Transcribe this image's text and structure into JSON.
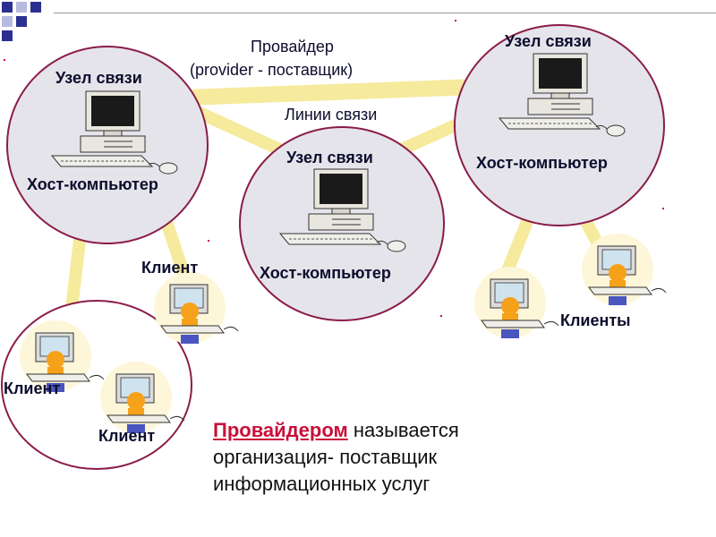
{
  "title": {
    "line1": "Провайдер",
    "line2": "(provider - поставщик)"
  },
  "links_label": "Линии связи",
  "nodes": [
    {
      "node_label": "Узел связи",
      "host_label": "Хост-компьютер"
    },
    {
      "node_label": "Узел связи",
      "host_label": "Хост-компьютер"
    },
    {
      "node_label": "Узел связи",
      "host_label": "Хост-компьютер"
    }
  ],
  "clients": {
    "single_top": "Клиент",
    "left_partial": "Клиент",
    "bottom": "Клиент",
    "right_group": "Клиенты"
  },
  "definition": {
    "highlight": "Провайдером",
    "rest_line1": " называется",
    "line2": "организация-  поставщик",
    "line3": "информационных услуг"
  },
  "colors": {
    "circle_fill": "#e5e4ea",
    "circle_stroke": "#8a1c4a",
    "link_line": "#f6ea9c",
    "highlight_text": "#c8103a",
    "decor_blue": "#2b2f8f"
  }
}
